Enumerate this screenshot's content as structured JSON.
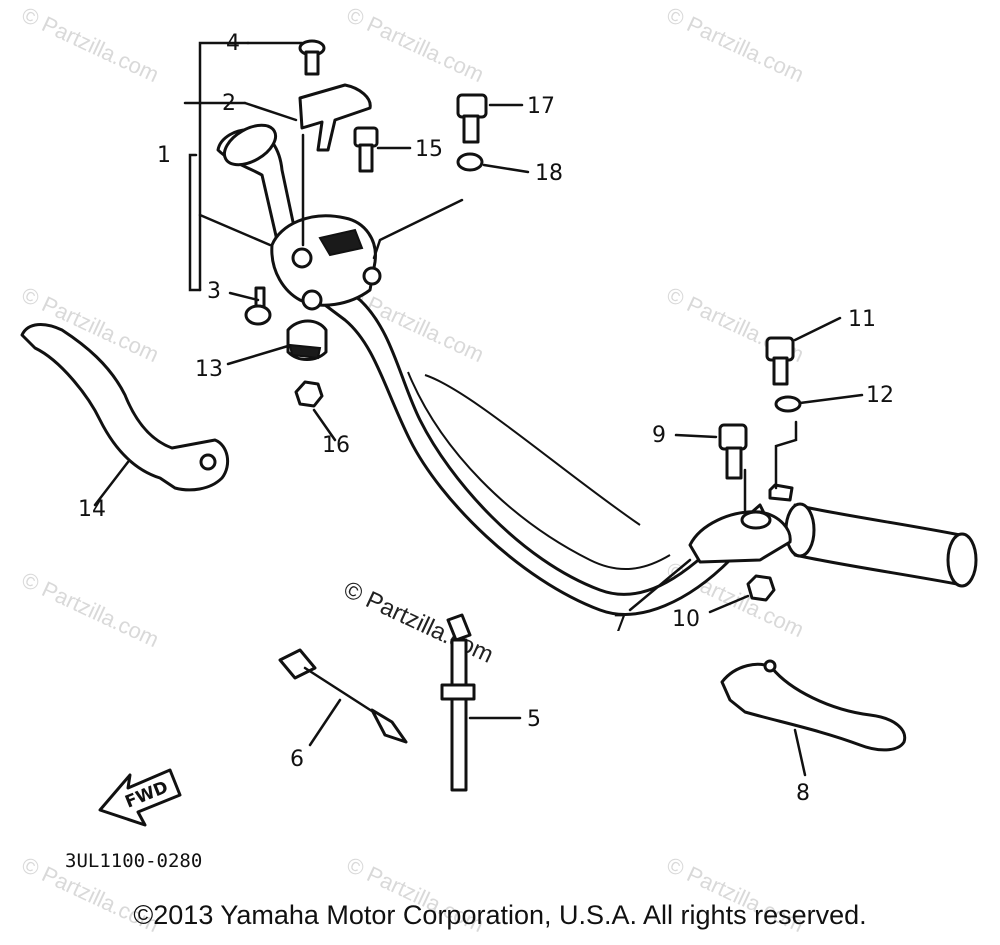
{
  "watermark": "© Partzilla.com",
  "center_watermark": "© Partzilla.com",
  "diagram_code": "3UL1100-0280",
  "fwd_label": "FWD",
  "copyright": "©2013 Yamaha Motor Corporation, U.S.A. All rights reserved.",
  "callouts": {
    "n1": "1",
    "n2": "2",
    "n3": "3",
    "n4": "4",
    "n5": "5",
    "n6": "6",
    "n7": "7",
    "n8": "8",
    "n9": "9",
    "n10": "10",
    "n11": "11",
    "n12": "12",
    "n13": "13",
    "n14": "14",
    "n15": "15",
    "n16": "16",
    "n17": "17",
    "n18": "18"
  }
}
